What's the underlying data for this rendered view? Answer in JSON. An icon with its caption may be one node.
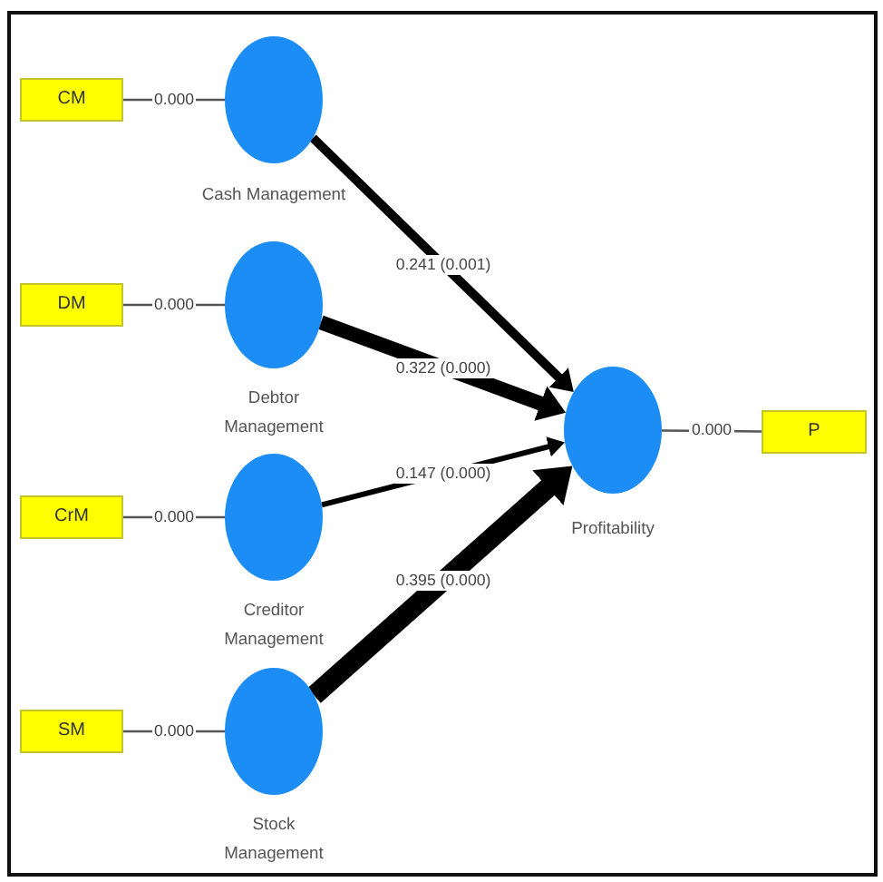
{
  "diagram": {
    "nodes": [
      {
        "text": [
          "CM"
        ]
      },
      {
        "text": [
          "Cash Management"
        ]
      },
      {
        "text": [
          "DM"
        ]
      },
      {
        "text": [
          "Debtor Management"
        ]
      },
      {
        "text": [
          "CrM"
        ]
      },
      {
        "text": [
          "Creditor Management"
        ]
      },
      {
        "text": [
          "SM"
        ]
      },
      {
        "text": [
          "Stock Management"
        ]
      },
      {
        "text": [
          "Profitability"
        ]
      },
      {
        "text": [
          "P"
        ]
      }
    ],
    "edges": [
      {
        "from": 0,
        "to": 1,
        "arrow": "none",
        "label": "0.000"
      },
      {
        "from": 2,
        "to": 3,
        "arrow": "none",
        "label": "0.000"
      },
      {
        "from": 4,
        "to": 5,
        "arrow": "none",
        "label": "0.000"
      },
      {
        "from": 6,
        "to": 7,
        "arrow": "none",
        "label": "0.000"
      },
      {
        "from": 8,
        "to": 9,
        "arrow": "none",
        "label": "0.000"
      },
      {
        "from": 1,
        "to": 8,
        "arrow": "to",
        "label": "0.241 (0.001)",
        "style": "thick"
      },
      {
        "from": 3,
        "to": 8,
        "arrow": "to",
        "label": "0.322 (0.000)",
        "style": "thick"
      },
      {
        "from": 5,
        "to": 8,
        "arrow": "to",
        "label": "0.147 (0.000)",
        "style": "thick"
      },
      {
        "from": 7,
        "to": 8,
        "arrow": "to",
        "label": "0.395 (0.000)",
        "style": "thick"
      }
    ]
  }
}
